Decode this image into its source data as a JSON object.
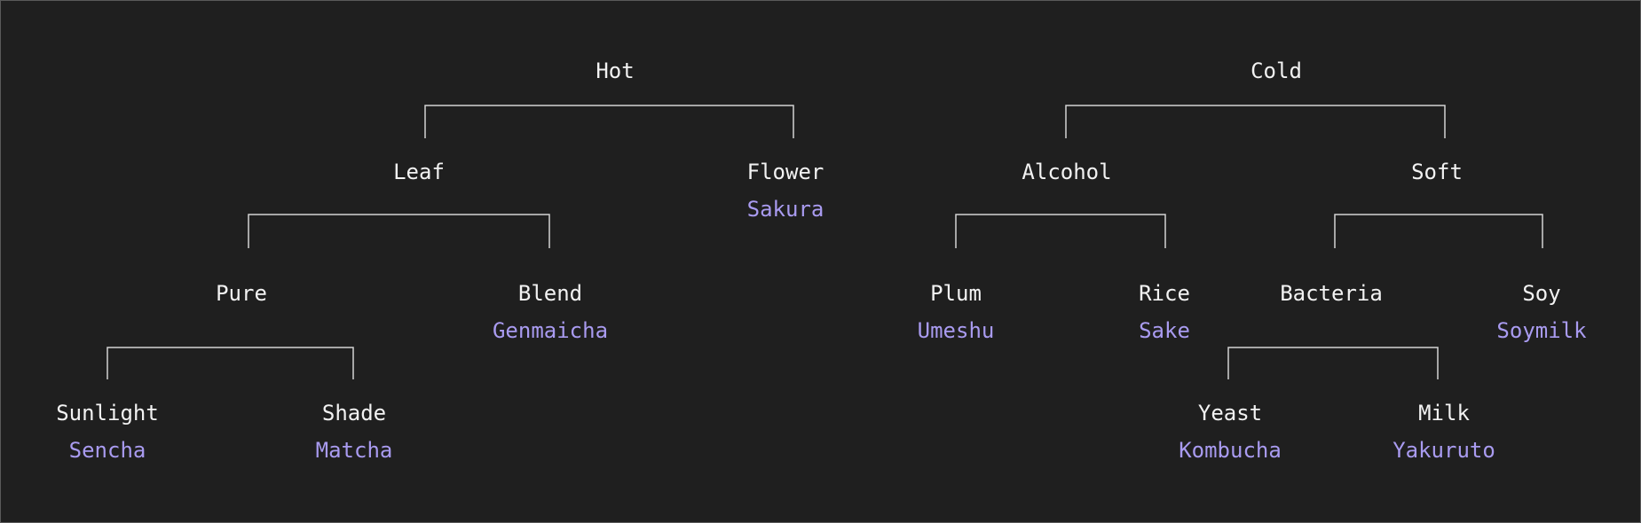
{
  "colors": {
    "background": "#1f1f1f",
    "node_text": "#f2f2f2",
    "leaf_text": "#a99bf0",
    "connector": "#d4d4d4"
  },
  "tree": {
    "roots": [
      {
        "id": "hot",
        "label": "Hot",
        "children": [
          {
            "id": "leaf",
            "label": "Leaf",
            "children": [
              {
                "id": "pure",
                "label": "Pure",
                "children": [
                  {
                    "id": "sunlight",
                    "label": "Sunlight",
                    "drink": "Sencha"
                  },
                  {
                    "id": "shade",
                    "label": "Shade",
                    "drink": "Matcha"
                  }
                ]
              },
              {
                "id": "blend",
                "label": "Blend",
                "drink": "Genmaicha"
              }
            ]
          },
          {
            "id": "flower",
            "label": "Flower",
            "drink": "Sakura"
          }
        ]
      },
      {
        "id": "cold",
        "label": "Cold",
        "children": [
          {
            "id": "alcohol",
            "label": "Alcohol",
            "children": [
              {
                "id": "plum",
                "label": "Plum",
                "drink": "Umeshu"
              },
              {
                "id": "rice",
                "label": "Rice",
                "drink": "Sake"
              }
            ]
          },
          {
            "id": "soft",
            "label": "Soft",
            "children": [
              {
                "id": "bacteria",
                "label": "Bacteria",
                "children": [
                  {
                    "id": "yeast",
                    "label": "Yeast",
                    "drink": "Kombucha"
                  },
                  {
                    "id": "milk",
                    "label": "Milk",
                    "drink": "Yakuruto"
                  }
                ]
              },
              {
                "id": "soy",
                "label": "Soy",
                "drink": "Soymilk"
              }
            ]
          }
        ]
      }
    ]
  }
}
